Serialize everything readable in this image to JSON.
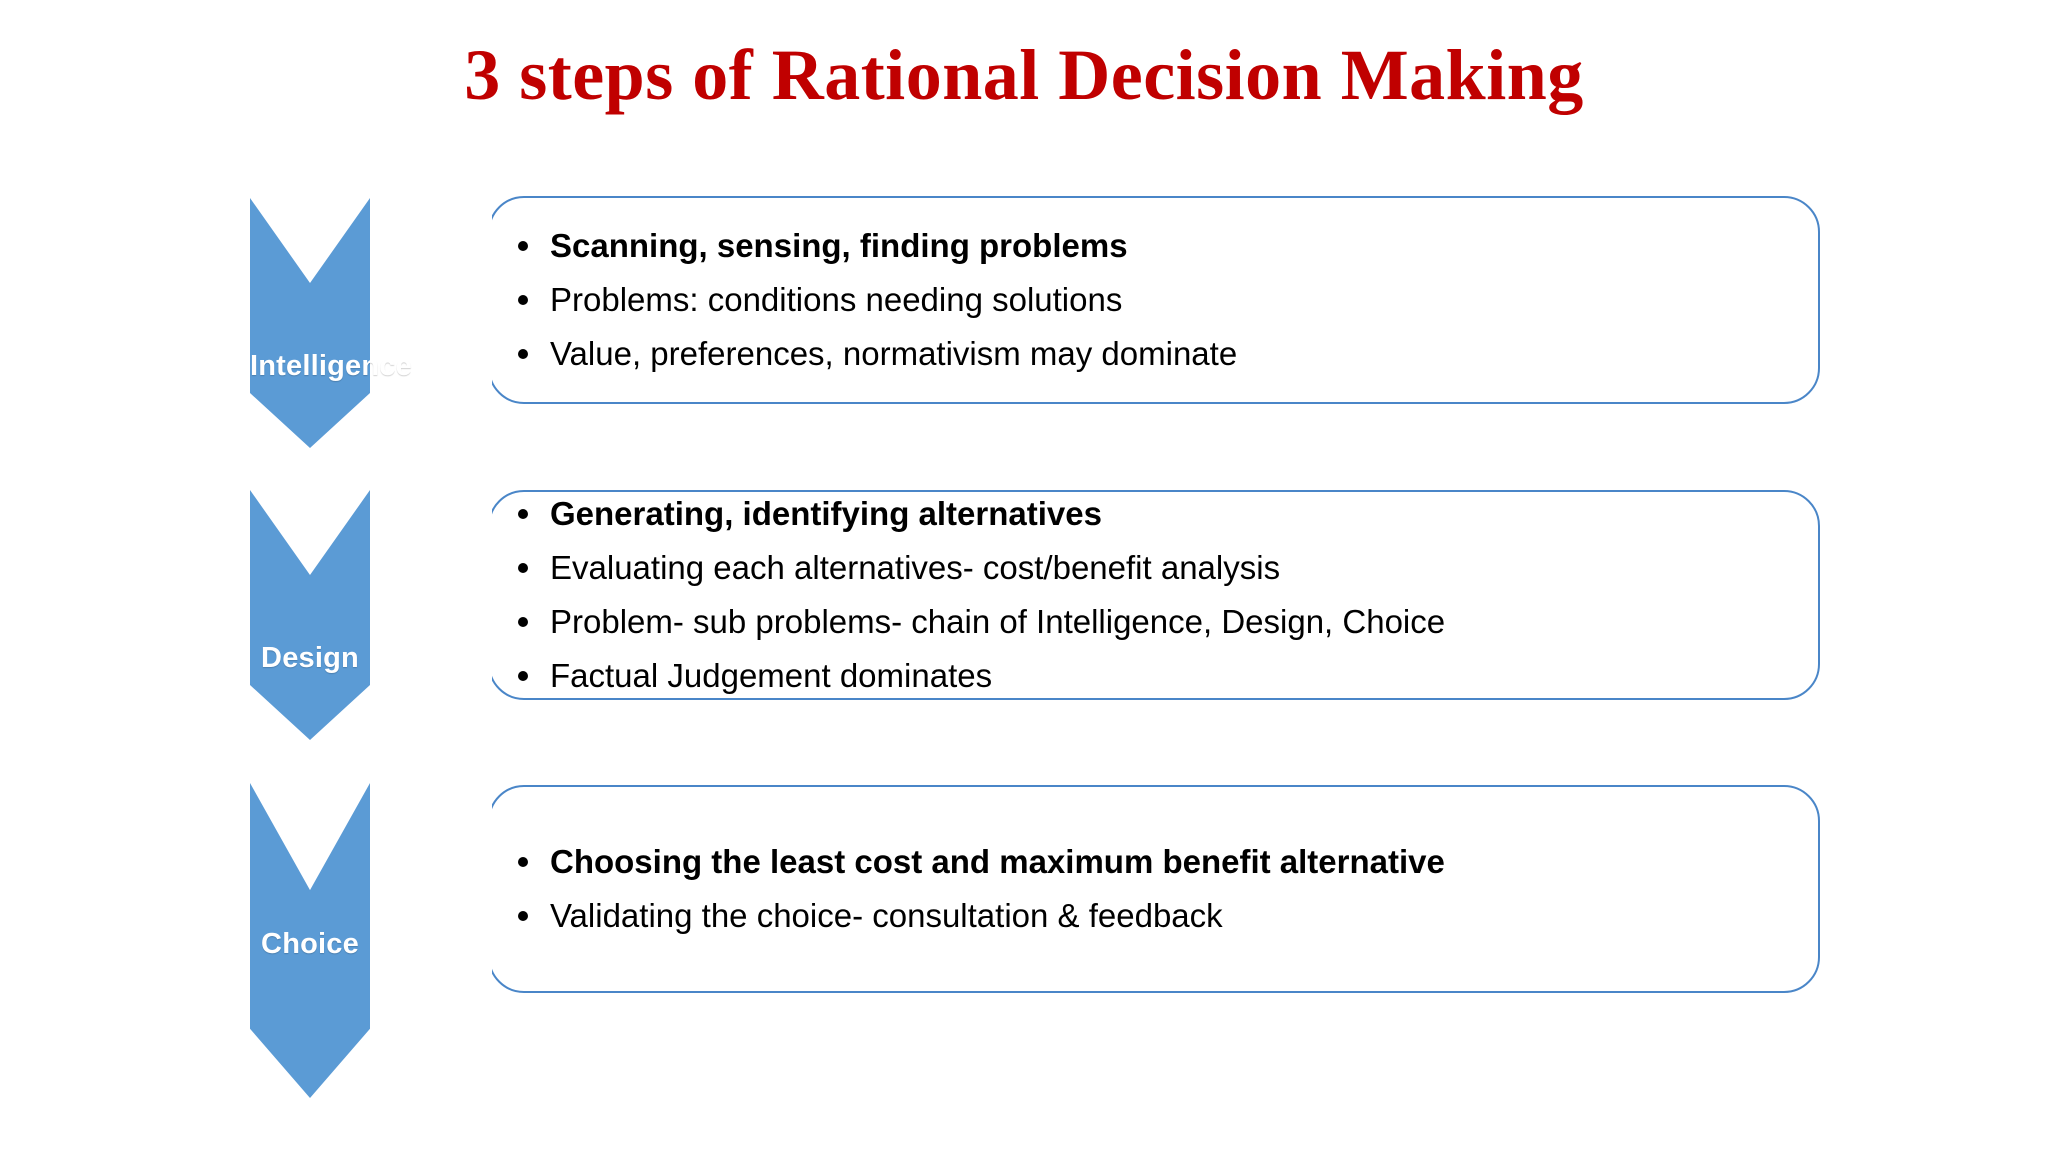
{
  "slide": {
    "title": "3 steps of Rational Decision Making",
    "title_color": "#C00000",
    "chevron_color": "#5B9BD5",
    "card_border_color": "#4A86C8",
    "background_color": "#FFFFFF"
  },
  "steps": [
    {
      "label": "Intelligence",
      "bullets": [
        {
          "text": "Scanning, sensing, finding problems",
          "bold": true
        },
        {
          "text": "Problems: conditions needing solutions",
          "bold": false
        },
        {
          "text": "Value, preferences, normativism may dominate",
          "bold": false
        }
      ]
    },
    {
      "label": "Design",
      "bullets": [
        {
          "text": "Generating, identifying alternatives",
          "bold": true
        },
        {
          "text": "Evaluating each alternatives- cost/benefit analysis",
          "bold": false
        },
        {
          "text": "Problem- sub problems- chain of Intelligence, Design, Choice",
          "bold": false
        },
        {
          "text": "Factual Judgement dominates",
          "bold": false
        }
      ]
    },
    {
      "label": "Choice",
      "bullets": [
        {
          "text": "Choosing the least cost and maximum benefit alternative",
          "bold": true
        },
        {
          "text": "Validating the choice- consultation & feedback",
          "bold": false
        }
      ]
    }
  ]
}
